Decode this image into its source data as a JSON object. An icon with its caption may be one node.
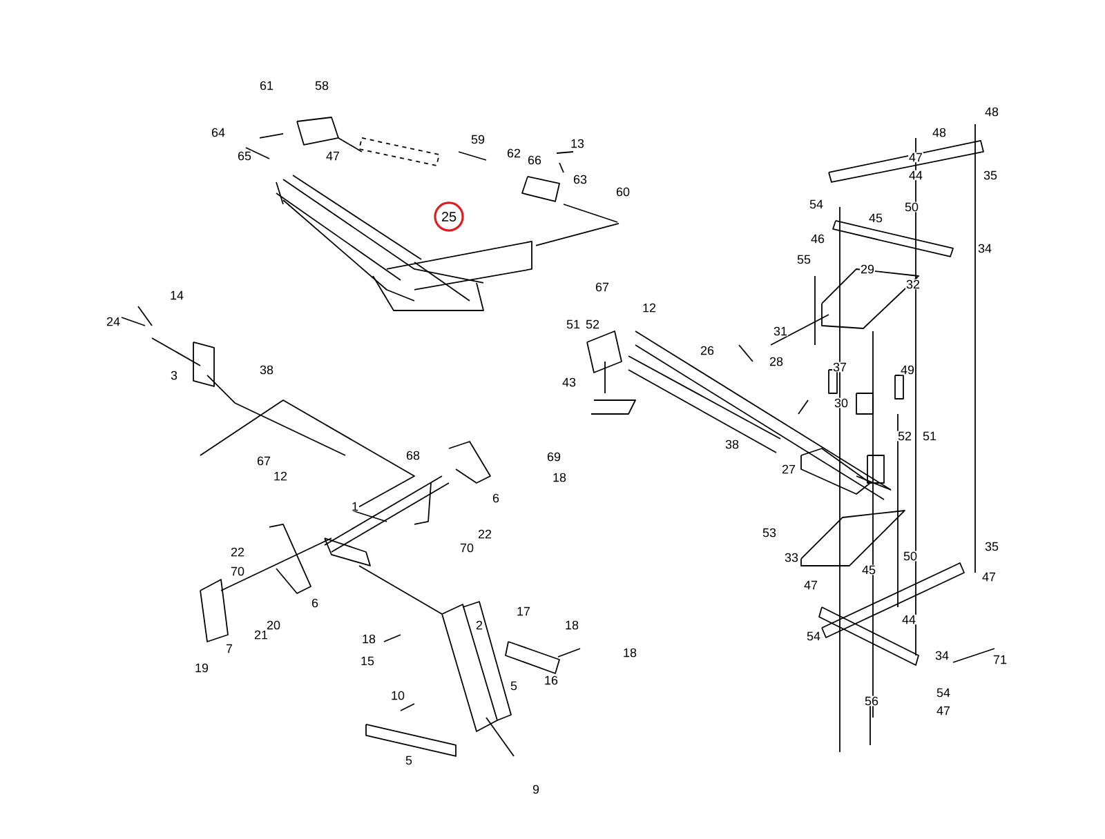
{
  "diagram": {
    "nodes": [
      {
        "text": [
          "25"
        ]
      }
    ],
    "labels": [
      "61",
      "58",
      "48",
      "48",
      "64",
      "59",
      "13",
      "62",
      "47",
      "65",
      "47",
      "66",
      "44",
      "35",
      "63",
      "60",
      "54",
      "50",
      "45",
      "34",
      "46",
      "55",
      "29",
      "32",
      "67",
      "14",
      "12",
      "24",
      "51",
      "52",
      "26",
      "31",
      "3",
      "38",
      "28",
      "37",
      "49",
      "43",
      "30",
      "38",
      "67",
      "12",
      "68",
      "69",
      "6",
      "18",
      "52",
      "51",
      "1",
      "22",
      "70",
      "27",
      "53",
      "35",
      "33",
      "50",
      "45",
      "47",
      "47",
      "22",
      "70",
      "6",
      "44",
      "2",
      "17",
      "18",
      "18",
      "18",
      "54",
      "21",
      "20",
      "34",
      "71",
      "7",
      "15",
      "16",
      "19",
      "10",
      "5",
      "54",
      "56",
      "47",
      "5",
      "9"
    ]
  }
}
